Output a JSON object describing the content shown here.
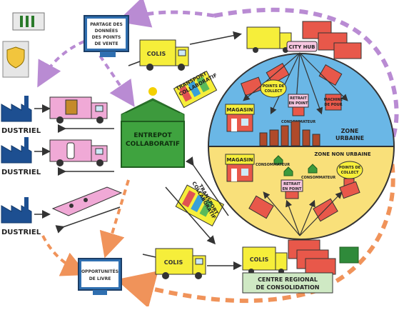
{
  "monitor_top": {
    "line1": "PARTAGE DES",
    "line2": "DONNÉES",
    "line3": "DES POINTS",
    "line4": "DE VENTE"
  },
  "monitor_bottom": {
    "line1": "OPPORTUNITÉS",
    "line2": "DE LIVRE"
  },
  "industrial_labels": [
    "DUSTRIEL",
    "DUSTRIEL",
    "DUSTRIEL"
  ],
  "truck_colis_top": "COLIS",
  "truck_colis_bottom_left": "COLIS",
  "truck_colis_bottom_center": "COLIS",
  "transport_top": {
    "line1": "TRANSPORT",
    "line2": "COLLABORATIF"
  },
  "transport_bottom": {
    "line1": "TRANSPORT",
    "line2": "COLLABORATIF"
  },
  "entrepot": {
    "line1": "ENTREPOT",
    "line2": "COLLABORATIF"
  },
  "city_hub": "CITY HUB",
  "zone_urbaine": {
    "line1": "ZONE",
    "line2": "URBAINE"
  },
  "zone_non_urbaine": "ZONE NON URBAINE",
  "magasin_top": "MAGASIN",
  "magasin_bottom": "MAGASIN",
  "points_collect_top": {
    "line1": "POINTS DE",
    "line2": "COLLECT"
  },
  "points_collect_bottom": {
    "line1": "POINTS DE",
    "line2": "COLLECT"
  },
  "retrait_top": {
    "line1": "RETRAIT",
    "line2": "EN POINT"
  },
  "retrait_bottom": {
    "line1": "RETRAIT",
    "line2": "EN POINT"
  },
  "machine_pour": {
    "line1": "MACHINE",
    "line2": "DE POUR"
  },
  "consommateur": [
    "CONSOMMATEUR",
    "CONSOMMATEUR",
    "CONSOMMATEUR"
  ],
  "centre_regional": {
    "line1": "CENTRE REGIONAL",
    "line2": "DE CONSOLIDATION"
  }
}
